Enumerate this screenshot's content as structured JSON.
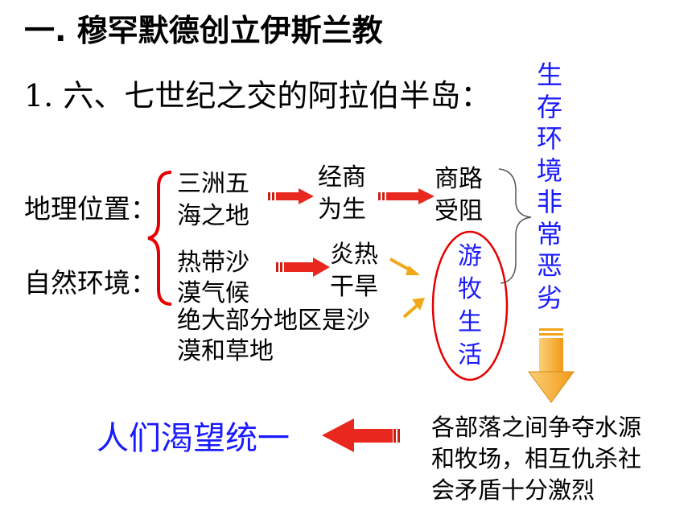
{
  "title": "一. 穆罕默德创立伊斯兰教",
  "subtitle": "1. 六、七世纪之交的阿拉伯半岛：",
  "labels": {
    "geo": "地理位置：",
    "nature": "自然环境："
  },
  "nodes": {
    "n1a": "三洲五",
    "n1b": "海之地",
    "n2a": "经商",
    "n2b": "为生",
    "n3a": "商路",
    "n3b": "受阻",
    "n4a": "热带沙",
    "n4b": "漠气候",
    "n5a": "炎热",
    "n5b": "干旱",
    "n6a": "绝大部分地区是沙",
    "n6b": "漠和草地"
  },
  "nomadic": [
    "游",
    "牧",
    "生",
    "活"
  ],
  "vertical_blue": [
    "生",
    "存",
    "环",
    "境",
    "非",
    "常",
    "恶",
    "劣"
  ],
  "result_lines": [
    "各部落之间争夺水源",
    "和牧场，相互仇杀社",
    "会矛盾十分激烈"
  ],
  "conclusion": "人们渴望统一",
  "colors": {
    "blue_text": "#1a1aff",
    "red_brace": "#e60000",
    "arrow_red": "#e8281e",
    "arrow_orange": "#f5a623"
  }
}
